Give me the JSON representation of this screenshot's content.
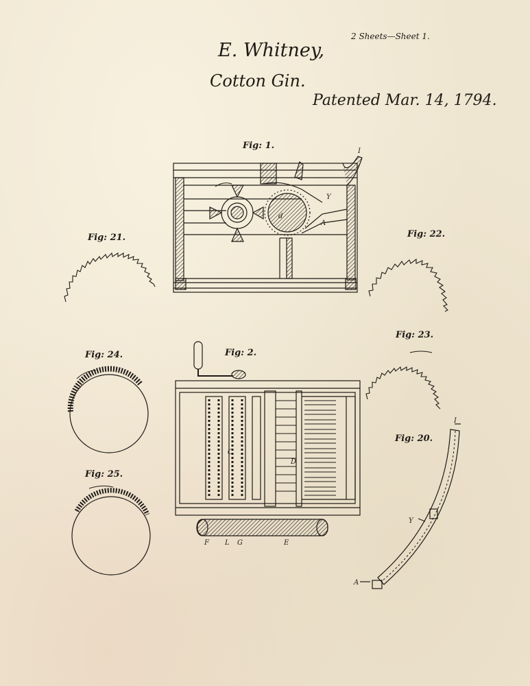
{
  "header": {
    "sheet_note": "2 Sheets—Sheet 1.",
    "inventor": "E. Whitney,",
    "invention": "Cotton Gin.",
    "patented": "Patented Mar. 14, 1794."
  },
  "figures": {
    "fig1": "Fig: 1.",
    "fig2": "Fig: 2.",
    "fig20": "Fig: 20.",
    "fig21": "Fig: 21.",
    "fig22": "Fig: 22.",
    "fig23": "Fig: 23.",
    "fig24": "Fig: 24.",
    "fig25": "Fig: 25."
  },
  "letters": {
    "fig1_i": "I",
    "fig1_y": "Y",
    "fig1_a": "A",
    "fig1_d": "d",
    "fig2_c": "C",
    "fig2_d": "D",
    "fig2_e": "E",
    "fig2_f": "F",
    "fig2_g": "G",
    "fig2_l": "L",
    "fig20_i": "I",
    "fig20_y": "Y",
    "fig20_a": "A"
  },
  "colors": {
    "paper": "#efe6d1",
    "ink": "#1e1a16"
  }
}
